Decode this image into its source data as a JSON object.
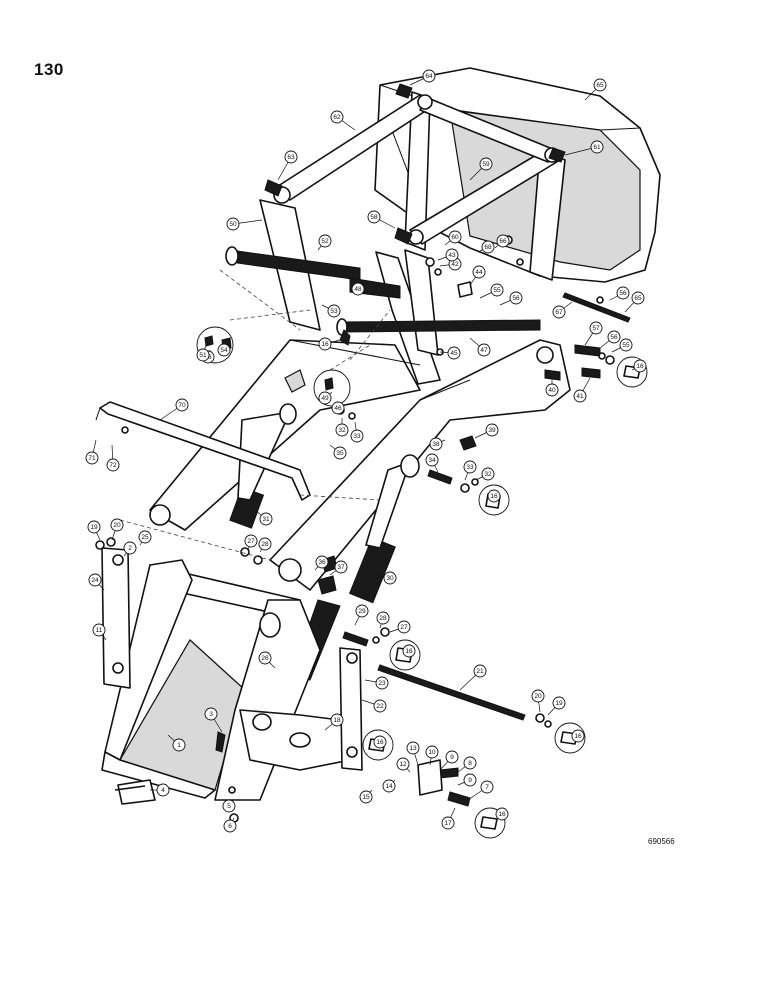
{
  "page": {
    "page_number": "130",
    "figure_code": "690566"
  },
  "callouts": [
    {
      "id": "c1",
      "label": "1"
    },
    {
      "id": "c2",
      "label": "2"
    },
    {
      "id": "c3",
      "label": "3"
    },
    {
      "id": "c4",
      "label": "4"
    },
    {
      "id": "c5",
      "label": "5"
    },
    {
      "id": "c6",
      "label": "6"
    },
    {
      "id": "c7",
      "label": "7"
    },
    {
      "id": "c8",
      "label": "8"
    },
    {
      "id": "c9",
      "label": "9"
    },
    {
      "id": "c9b",
      "label": "9"
    },
    {
      "id": "c10",
      "label": "10"
    },
    {
      "id": "c11",
      "label": "11"
    },
    {
      "id": "c12",
      "label": "12"
    },
    {
      "id": "c13",
      "label": "13"
    },
    {
      "id": "c14",
      "label": "14"
    },
    {
      "id": "c15",
      "label": "15"
    },
    {
      "id": "c16a",
      "label": "16"
    },
    {
      "id": "c16b",
      "label": "16"
    },
    {
      "id": "c16c",
      "label": "16"
    },
    {
      "id": "c16d",
      "label": "16"
    },
    {
      "id": "c16e",
      "label": "16"
    },
    {
      "id": "c16f",
      "label": "16"
    },
    {
      "id": "c16g",
      "label": "16"
    },
    {
      "id": "c16h",
      "label": "16"
    },
    {
      "id": "c17",
      "label": "17"
    },
    {
      "id": "c18",
      "label": "18"
    },
    {
      "id": "c19a",
      "label": "19"
    },
    {
      "id": "c19b",
      "label": "19"
    },
    {
      "id": "c20a",
      "label": "20"
    },
    {
      "id": "c20b",
      "label": "20"
    },
    {
      "id": "c21",
      "label": "21"
    },
    {
      "id": "c22",
      "label": "22"
    },
    {
      "id": "c23",
      "label": "23"
    },
    {
      "id": "c24",
      "label": "24"
    },
    {
      "id": "c25",
      "label": "25"
    },
    {
      "id": "c26",
      "label": "26"
    },
    {
      "id": "c27a",
      "label": "27"
    },
    {
      "id": "c27b",
      "label": "27"
    },
    {
      "id": "c28a",
      "label": "28"
    },
    {
      "id": "c28b",
      "label": "28"
    },
    {
      "id": "c29",
      "label": "29"
    },
    {
      "id": "c30",
      "label": "30"
    },
    {
      "id": "c31",
      "label": "31"
    },
    {
      "id": "c32a",
      "label": "32"
    },
    {
      "id": "c32b",
      "label": "32"
    },
    {
      "id": "c33a",
      "label": "33"
    },
    {
      "id": "c33b",
      "label": "33"
    },
    {
      "id": "c34",
      "label": "34"
    },
    {
      "id": "c35",
      "label": "35"
    },
    {
      "id": "c36",
      "label": "36"
    },
    {
      "id": "c37",
      "label": "37"
    },
    {
      "id": "c38",
      "label": "38"
    },
    {
      "id": "c39",
      "label": "39"
    },
    {
      "id": "c40",
      "label": "40"
    },
    {
      "id": "c41",
      "label": "41"
    },
    {
      "id": "c42",
      "label": "42"
    },
    {
      "id": "c43",
      "label": "43"
    },
    {
      "id": "c44",
      "label": "44"
    },
    {
      "id": "c45",
      "label": "45"
    },
    {
      "id": "c46",
      "label": "46"
    },
    {
      "id": "c47",
      "label": "47"
    },
    {
      "id": "c48",
      "label": "48"
    },
    {
      "id": "c49",
      "label": "49"
    },
    {
      "id": "c50",
      "label": "50"
    },
    {
      "id": "c51",
      "label": "51"
    },
    {
      "id": "c52",
      "label": "52"
    },
    {
      "id": "c53",
      "label": "53"
    },
    {
      "id": "c54",
      "label": "54"
    },
    {
      "id": "c55a",
      "label": "55"
    },
    {
      "id": "c55b",
      "label": "55"
    },
    {
      "id": "c56a",
      "label": "56"
    },
    {
      "id": "c56b",
      "label": "56"
    },
    {
      "id": "c56c",
      "label": "56"
    },
    {
      "id": "c57",
      "label": "57"
    },
    {
      "id": "c58",
      "label": "58"
    },
    {
      "id": "c59",
      "label": "59"
    },
    {
      "id": "c60",
      "label": "60"
    },
    {
      "id": "c61",
      "label": "61"
    },
    {
      "id": "c62",
      "label": "62"
    },
    {
      "id": "c63",
      "label": "63"
    },
    {
      "id": "c64",
      "label": "64"
    },
    {
      "id": "c65a",
      "label": "65"
    },
    {
      "id": "c65b",
      "label": "65"
    },
    {
      "id": "c66",
      "label": "66"
    },
    {
      "id": "c67",
      "label": "67"
    },
    {
      "id": "c68",
      "label": "68"
    },
    {
      "id": "c70",
      "label": "70"
    },
    {
      "id": "c71",
      "label": "71"
    },
    {
      "id": "c72",
      "label": "72"
    }
  ]
}
